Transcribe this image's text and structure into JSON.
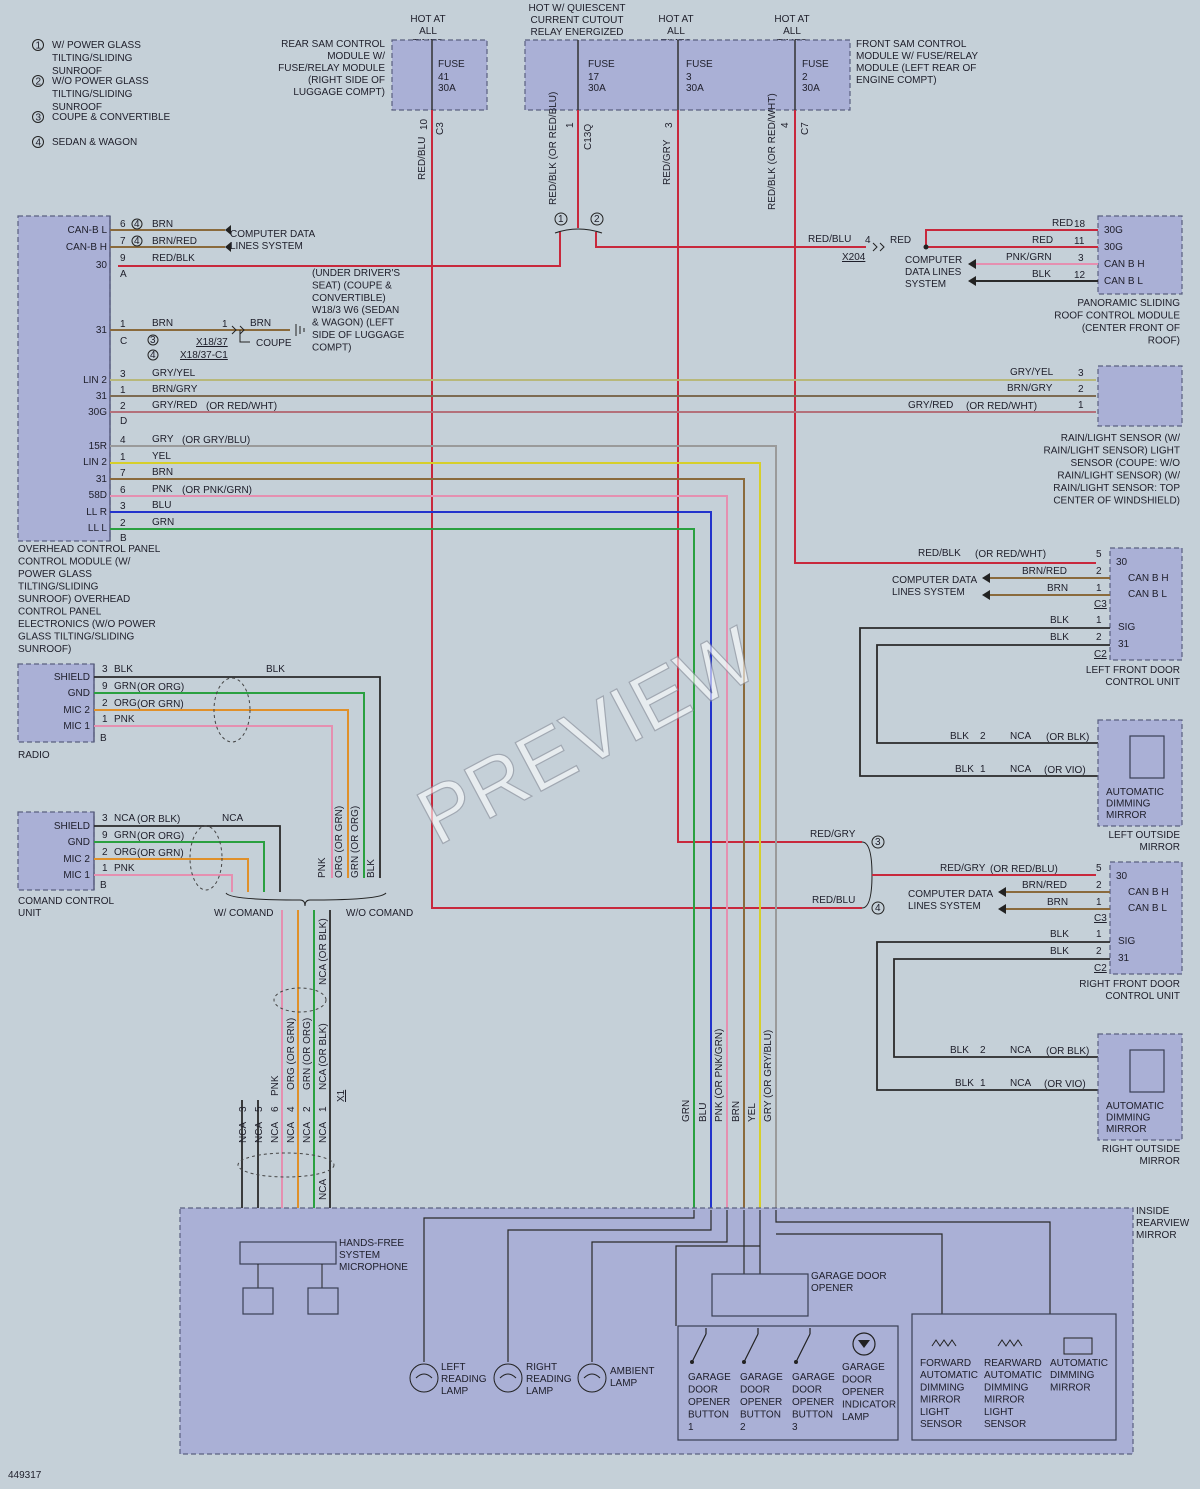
{
  "legend": [
    {
      "num": "1",
      "text": "W/ POWER GLASS TILTING/SLIDING SUNROOF"
    },
    {
      "num": "2",
      "text": "W/O POWER GLASS TILTING/SLIDING SUNROOF"
    },
    {
      "num": "3",
      "text": "COUPE & CONVERTIBLE"
    },
    {
      "num": "4",
      "text": "SEDAN & WAGON"
    }
  ],
  "top": {
    "hot_all_times": "HOT AT ALL TIMES",
    "hot_quiescent": "HOT W/ QUIESCENT CURRENT CUTOUT RELAY ENERGIZED",
    "rear_sam": "REAR SAM CONTROL MODULE W/ FUSE/RELAY MODULE (RIGHT SIDE OF LUGGAGE COMPT)",
    "front_sam": "FRONT SAM CONTROL MODULE W/ FUSE/RELAY MODULE (LEFT REAR OF ENGINE COMPT)",
    "fuses": [
      {
        "label": "FUSE",
        "num": "41",
        "amp": "30A",
        "pin": "10",
        "conn": "C3",
        "wire": "RED/BLU"
      },
      {
        "label": "FUSE",
        "num": "17",
        "amp": "30A",
        "pin": "1",
        "conn": "C13Q",
        "wire": "RED/BLK (OR RED/BLU)"
      },
      {
        "label": "FUSE",
        "num": "3",
        "amp": "30A",
        "pin": "3",
        "conn": "",
        "wire": "RED/GRY"
      },
      {
        "label": "FUSE",
        "num": "2",
        "amp": "30A",
        "pin": "4",
        "conn": "C7",
        "wire": "RED/BLK (OR RED/WHT)"
      }
    ]
  },
  "overhead": {
    "pins": [
      "CAN-B L",
      "CAN-B H",
      "30",
      "31",
      "LIN 2",
      "31",
      "30G",
      "15R",
      "LIN 2",
      "31",
      "58D",
      "LL R",
      "LL L"
    ],
    "conn_a": "A",
    "conn_c": "C",
    "conn_d": "D",
    "conn_b": "B",
    "label": "OVERHEAD CONTROL PANEL CONTROL MODULE (W/ POWER GLASS TILTING/SLIDING SUNROOF) OVERHEAD CONTROL PANEL ELECTRONICS (W/O POWER GLASS TILTING/SLIDING SUNROOF)",
    "can_wires": [
      {
        "pin": "6",
        "wire": "BRN"
      },
      {
        "pin": "7",
        "wire": "BRN/RED"
      },
      {
        "pin": "9",
        "wire": "RED/BLK"
      }
    ],
    "computer_data": "COMPUTER DATA LINES SYSTEM",
    "ground_wire": "BRN",
    "ground_pin": "1",
    "ground_conn1": "X18/37",
    "ground_conn2": "X18/37-C1",
    "coupe": "COUPE",
    "ground_note": "(UNDER DRIVER'S SEAT) (COUPE & CONVERTIBLE) W18/3 W6 (SEDAN & WAGON) (LEFT SIDE OF LUGGAGE COMPT)",
    "lin_wires": [
      {
        "pin": "3",
        "wire": "GRY/YEL"
      },
      {
        "pin": "1",
        "wire": "BRN/GRY"
      },
      {
        "pin": "2",
        "wire": "GRY/RED",
        "alt": "(OR RED/WHT)"
      }
    ],
    "lower_wires": [
      {
        "pin": "4",
        "wire": "GRY",
        "alt": "(OR GRY/BLU)"
      },
      {
        "pin": "1",
        "wire": "YEL",
        "alt": ""
      },
      {
        "pin": "7",
        "wire": "BRN",
        "alt": ""
      },
      {
        "pin": "6",
        "wire": "PNK",
        "alt": "(OR PNK/GRN)"
      },
      {
        "pin": "3",
        "wire": "BLU",
        "alt": ""
      },
      {
        "pin": "2",
        "wire": "GRN",
        "alt": ""
      }
    ]
  },
  "panoramic": {
    "pins": [
      "30G",
      "30G",
      "CAN B H",
      "CAN B L"
    ],
    "wires": [
      {
        "pin": "18",
        "wire": "RED"
      },
      {
        "pin": "11",
        "wire": "RED"
      },
      {
        "pin": "3",
        "wire": "PNK/GRN"
      },
      {
        "pin": "12",
        "wire": "BLK"
      }
    ],
    "red_blu": "RED/BLU",
    "pin4": "4",
    "red": "RED",
    "splice": "X204",
    "computer_data": "COMPUTER DATA LINES SYSTEM",
    "label": "PANORAMIC SLIDING ROOF CONTROL MODULE (CENTER FRONT OF ROOF)"
  },
  "rain": {
    "pins": [
      {
        "pin": "3",
        "wire": "GRY/YEL"
      },
      {
        "pin": "2",
        "wire": "BRN/GRY"
      },
      {
        "pin": "1",
        "wire": "GRY/RED",
        "alt": "(OR RED/WHT)"
      }
    ],
    "label": "RAIN/LIGHT SENSOR (W/ RAIN/LIGHT SENSOR) LIGHT SENSOR (COUPE: W/O RAIN/LIGHT SENSOR) (W/ RAIN/LIGHT SENSOR: TOP CENTER OF WINDSHIELD)"
  },
  "left_door": {
    "pins": [
      "30",
      "CAN B H",
      "CAN B L",
      "SIG",
      "31"
    ],
    "wires": [
      {
        "pin": "5",
        "wire": "RED/BLK",
        "alt": "(OR RED/WHT)"
      },
      {
        "pin": "2",
        "wire": "BRN/RED"
      },
      {
        "pin": "1",
        "wire": "BRN"
      },
      {
        "pin": "1",
        "wire": "BLK"
      },
      {
        "pin": "2",
        "wire": "BLK"
      }
    ],
    "c3": "C3",
    "c2": "C2",
    "computer_data": "COMPUTER DATA LINES SYSTEM",
    "label": "LEFT FRONT DOOR CONTROL UNIT"
  },
  "left_mirror": {
    "wires": [
      {
        "wire": "BLK",
        "pin": "2",
        "nca": "NCA",
        "alt": "(OR BLK)"
      },
      {
        "wire": "BLK",
        "pin": "1",
        "nca": "NCA",
        "alt": "(OR VIO)"
      }
    ],
    "inner": "AUTOMATIC DIMMING MIRROR",
    "label": "LEFT OUTSIDE MIRROR"
  },
  "right_door": {
    "pins": [
      "30",
      "CAN B H",
      "CAN B L",
      "SIG",
      "31"
    ],
    "wires": [
      {
        "pin": "5",
        "wire": "RED/GRY",
        "alt": "(OR RED/BLU)"
      },
      {
        "pin": "2",
        "wire": "BRN/RED"
      },
      {
        "pin": "1",
        "wire": "BRN"
      },
      {
        "pin": "1",
        "wire": "BLK"
      },
      {
        "pin": "2",
        "wire": "BLK"
      }
    ],
    "c3": "C3",
    "c2": "C2",
    "computer_data": "COMPUTER DATA LINES SYSTEM",
    "label": "RIGHT FRONT DOOR CONTROL UNIT"
  },
  "right_mirror": {
    "wires": [
      {
        "wire": "BLK",
        "pin": "2",
        "nca": "NCA",
        "alt": "(OR BLK)"
      },
      {
        "wire": "BLK",
        "pin": "1",
        "nca": "NCA",
        "alt": "(OR VIO)"
      }
    ],
    "inner": "AUTOMATIC DIMMING MIRROR",
    "label": "RIGHT OUTSIDE MIRROR"
  },
  "select_wires": [
    {
      "wire": "RED/GRY",
      "num": "3"
    },
    {
      "wire": "RED/BLU",
      "num": "4"
    }
  ],
  "radio": {
    "pins": [
      "SHIELD",
      "GND",
      "MIC 2",
      "MIC 1"
    ],
    "wires": [
      {
        "pin": "3",
        "wire": "BLK",
        "alt": ""
      },
      {
        "pin": "9",
        "wire": "GRN",
        "alt": "(OR ORG)"
      },
      {
        "pin": "2",
        "wire": "ORG",
        "alt": "(OR GRN)"
      },
      {
        "pin": "1",
        "wire": "PNK",
        "alt": ""
      }
    ],
    "conn": "B",
    "blk": "BLK",
    "label": "RADIO"
  },
  "comand": {
    "pins": [
      "SHIELD",
      "GND",
      "MIC 2",
      "MIC 1"
    ],
    "wires": [
      {
        "pin": "3",
        "wire": "NCA",
        "alt": "(OR BLK)"
      },
      {
        "pin": "9",
        "wire": "GRN",
        "alt": "(OR ORG)"
      },
      {
        "pin": "2",
        "wire": "ORG",
        "alt": "(OR GRN)"
      },
      {
        "pin": "1",
        "wire": "PNK",
        "alt": ""
      }
    ],
    "conn": "B",
    "nca": "NCA",
    "label": "COMAND CONTROL UNIT",
    "w_comand": "W/ COMAND",
    "wo_comand": "W/O COMAND",
    "riser_labels": [
      "PNK",
      "ORG (OR GRN)",
      "GRN (OR ORG)",
      "BLK"
    ]
  },
  "mic_harness": {
    "upper_labels": [
      "NCA (OR BLK)"
    ],
    "mid_labels": [
      "ORG (OR GRN)",
      "GRN (OR ORG)",
      "NCA (OR BLK)"
    ],
    "pins": [
      "3",
      "5",
      "6",
      "4",
      "2",
      "1"
    ],
    "pin_wires": [
      "NCA",
      "NCA",
      "PNK",
      "ORG (OR GRN)",
      "GRN (OR ORG)",
      "NCA (OR BLK)"
    ],
    "conn": "X1",
    "lower_labels": [
      "NCA",
      "NCA",
      "NCA",
      "NCA",
      "NCA",
      "NCA"
    ],
    "extra": "NCA"
  },
  "mirror_wires": [
    "GRN",
    "BLU",
    "PNK (OR PNK/GRN)",
    "BRN",
    "YEL",
    "GRY (OR GRY/BLU)"
  ],
  "inside_mirror": {
    "label": "INSIDE REARVIEW MIRROR",
    "mic": "HANDS-FREE SYSTEM MICROPHONE",
    "lamps": [
      "LEFT READING LAMP",
      "RIGHT READING LAMP",
      "AMBIENT LAMP"
    ],
    "garage": "GARAGE DOOR OPENER",
    "buttons": [
      "GARAGE DOOR OPENER BUTTON 1",
      "GARAGE DOOR OPENER BUTTON 2",
      "GARAGE DOOR OPENER BUTTON 3",
      "GARAGE DOOR OPENER INDICATOR LAMP"
    ],
    "sensors": [
      "FORWARD AUTOMATIC DIMMING MIRROR LIGHT SENSOR",
      "REARWARD AUTOMATIC DIMMING MIRROR LIGHT SENSOR",
      "AUTOMATIC DIMMING MIRROR"
    ]
  },
  "footer": "449317",
  "watermark": "PREVIEW",
  "colors": {
    "RED": "#c8283c",
    "BRN": "#8a6a3c",
    "GRY": "#9a9a9a",
    "YEL": "#d6cf2a",
    "PNK": "#e58fb0",
    "BLU": "#2233cc",
    "GRN": "#2aa040",
    "ORG": "#e0902a",
    "BLK": "#2a2a2a",
    "GRYYEL": "#b8b87a",
    "BRNGRY": "#7d6b52",
    "GRYRED": "#b4707a"
  }
}
